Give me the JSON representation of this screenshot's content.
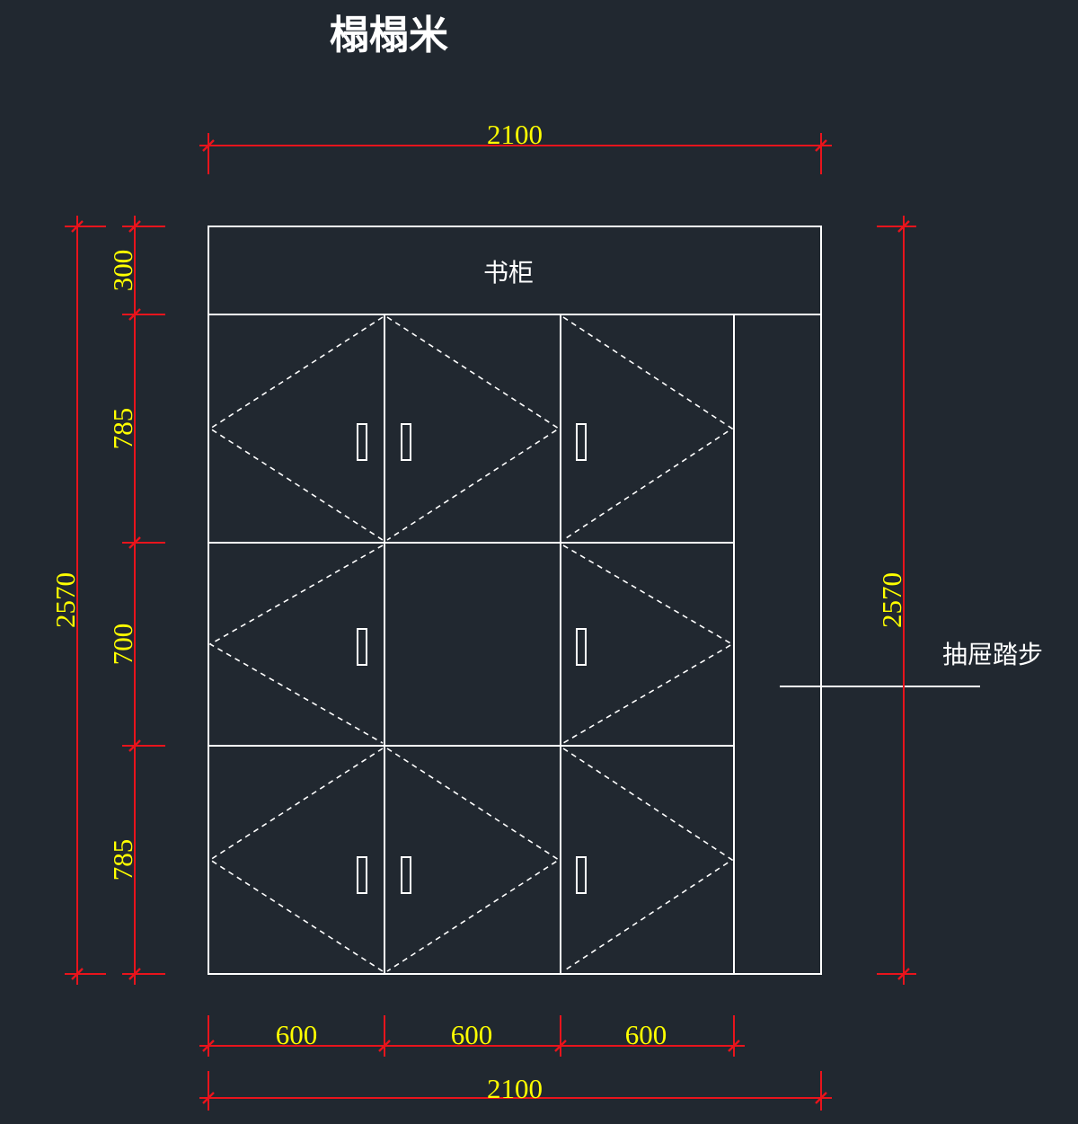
{
  "title": "榻榻米",
  "labels": {
    "bookcase": "书柜",
    "drawer_step": "抽屉踏步"
  },
  "dimensions": {
    "top_width": "2100",
    "bottom_width": "2100",
    "bottom_segments": [
      "600",
      "600",
      "600"
    ],
    "left_total": "2570",
    "right_total": "2570",
    "left_segments": [
      "300",
      "785",
      "700",
      "785"
    ]
  },
  "colors": {
    "background": "#212830",
    "lines": "#ffffff",
    "dimension_lines": "#e8141c",
    "dimension_text": "#ffff00"
  }
}
